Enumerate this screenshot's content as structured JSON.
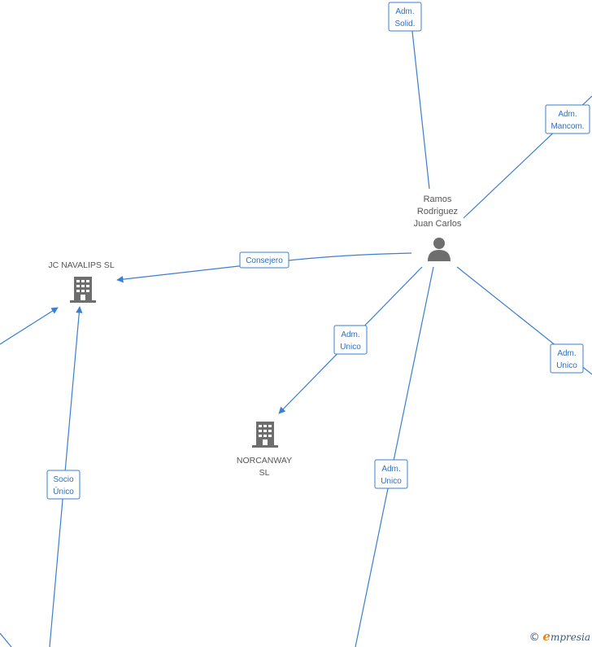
{
  "nodes": {
    "person": {
      "label_lines": [
        "Ramos",
        "Rodriguez",
        "Juan Carlos"
      ]
    },
    "jc_navalips": {
      "label_lines": [
        "JC NAVALIPS  SL"
      ]
    },
    "norcanway": {
      "label_lines": [
        "NORCANWAY",
        "SL"
      ]
    }
  },
  "edges": {
    "adm_solid": [
      "Adm.",
      "Solid."
    ],
    "adm_mancom": [
      "Adm.",
      "Mancom."
    ],
    "consejero": [
      "Consejero"
    ],
    "adm_unico_norcanway": [
      "Adm.",
      "Unico"
    ],
    "adm_unico_right": [
      "Adm.",
      "Unico"
    ],
    "adm_unico_bottom": [
      "Adm.",
      "Unico"
    ],
    "socio_unico": [
      "Socio",
      "Único"
    ]
  },
  "brand": {
    "copyright": "©",
    "initial": "e",
    "rest": "mpresia"
  },
  "colors": {
    "edge": "#3a7fd0",
    "icon": "#6e6e6e",
    "label": "#555555"
  }
}
